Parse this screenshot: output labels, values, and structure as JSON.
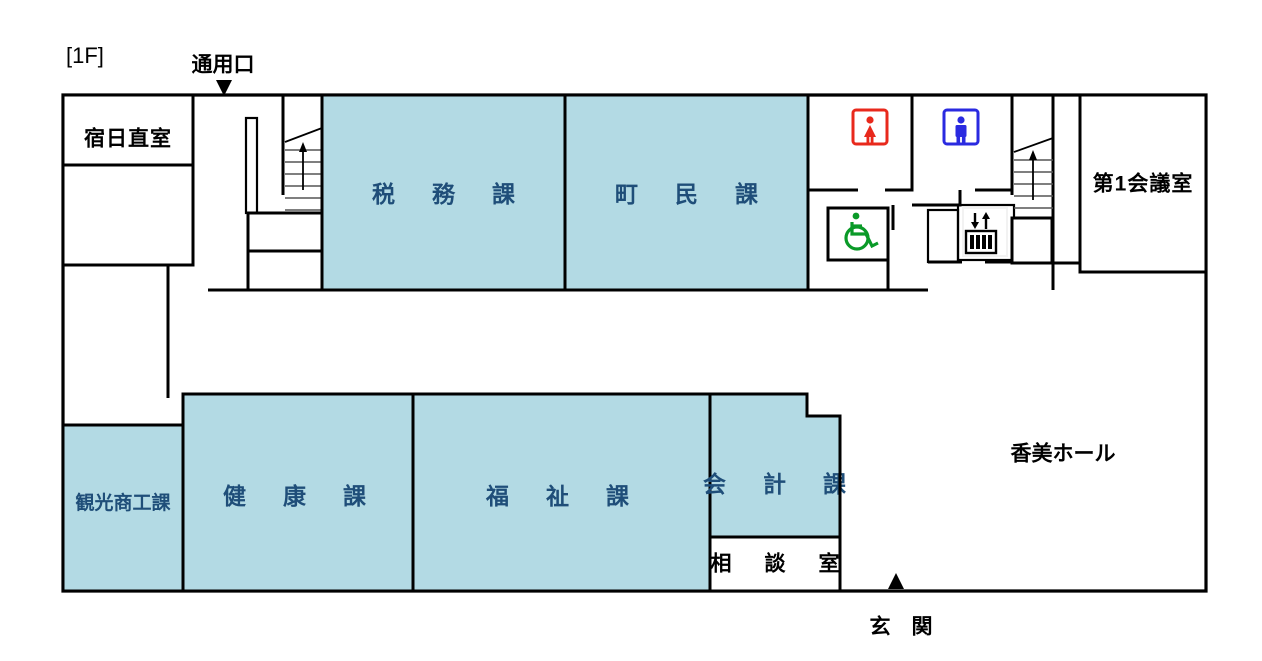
{
  "page": {
    "floor_label": "[1F]",
    "background_color": "#ffffff"
  },
  "colors": {
    "room_fill_blue": "#b3dae4",
    "room_label_blue": "#1f4e79",
    "wall": "#000000",
    "womens_restroom": "#e8291c",
    "mens_restroom": "#2a2ae0",
    "accessible": "#0a9a28"
  },
  "entrances": [
    {
      "id": "service-entrance",
      "label": "通用口",
      "marker": "down-triangle"
    },
    {
      "id": "main-entrance",
      "label": "玄　関",
      "marker": "up-triangle"
    }
  ],
  "rooms": [
    {
      "id": "shukujikuchokushitsu",
      "label": "宿日直室",
      "fill": "white"
    },
    {
      "id": "zeimuka",
      "label": "税　務　課",
      "fill": "blue"
    },
    {
      "id": "chouminka",
      "label": "町　民　課",
      "fill": "blue"
    },
    {
      "id": "dai1kaigishitsu",
      "label": "第1会議室",
      "fill": "white"
    },
    {
      "id": "kankoushoukouka",
      "label": "観光商工課",
      "fill": "blue"
    },
    {
      "id": "kenkouka",
      "label": "健　康　課",
      "fill": "blue"
    },
    {
      "id": "fukushika",
      "label": "福　祉　課",
      "fill": "blue"
    },
    {
      "id": "kaikeika",
      "label": "会　計　課",
      "fill": "blue"
    },
    {
      "id": "soudanshitsu",
      "label": "相　談　室",
      "fill": "white"
    },
    {
      "id": "kamihall",
      "label": "香美ホール",
      "fill": "white"
    }
  ],
  "facility_icons": [
    {
      "id": "womens-restroom-icon",
      "name": "womens-restroom-icon",
      "color": "#e8291c"
    },
    {
      "id": "mens-restroom-icon",
      "name": "mens-restroom-icon",
      "color": "#2a2ae0"
    },
    {
      "id": "wheelchair-accessible-icon",
      "name": "wheelchair-accessible-icon",
      "color": "#0a9a28"
    },
    {
      "id": "elevator-icon",
      "name": "elevator-icon",
      "color": "#000000"
    }
  ],
  "circulation": [
    {
      "id": "stair-left",
      "name": "stairs-left",
      "direction": "up"
    },
    {
      "id": "stair-right",
      "name": "stairs-right",
      "direction": "up"
    }
  ]
}
